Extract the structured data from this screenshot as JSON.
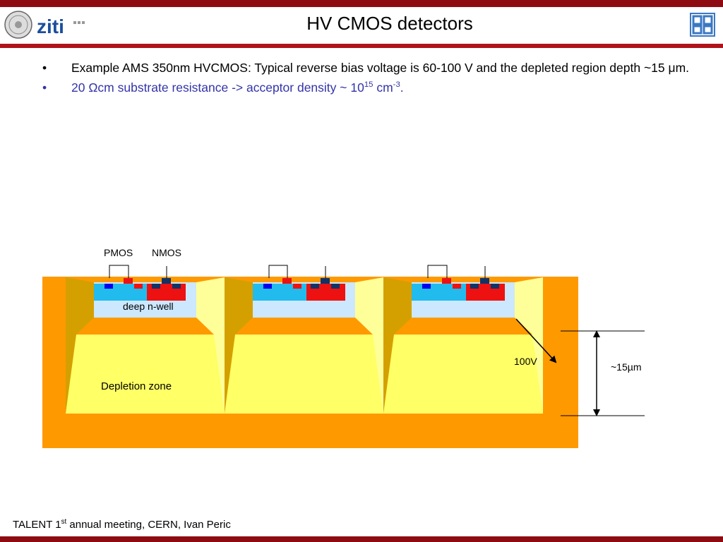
{
  "header": {
    "title": "HV CMOS detectors",
    "logo_text": "ziti"
  },
  "bullets": [
    {
      "marker": "•",
      "text": "Example AMS 350nm HVCMOS: Typical reverse bias voltage is 60-100 V and the depleted region depth ~15 μm."
    },
    {
      "marker": "•",
      "pre": "20 Ωcm substrate resistance -> acceptor density ~ 10",
      "sup1": "15",
      "mid": " cm",
      "sup2": "-3",
      "post": "."
    }
  ],
  "diagram": {
    "label_pmos": "PMOS",
    "label_nmos": "NMOS",
    "label_well": "deep n-well",
    "label_depletion": "Depletion zone",
    "label_voltage": "100V",
    "label_depth": "~15µm",
    "colors": {
      "substrate": "#ff9900",
      "depletion": "#ffff66",
      "well": "#cce8ff",
      "pwell": "#22bbee",
      "nwell_red": "#ee1111",
      "contact_blue": "#0000ee",
      "contact_dark": "#113366",
      "side_dark": "#d4a000",
      "side_light": "#ffff99"
    }
  },
  "footer": {
    "pre": "TALENT 1",
    "sup": "st",
    "post": " annual meeting, CERN, Ivan Peric"
  }
}
